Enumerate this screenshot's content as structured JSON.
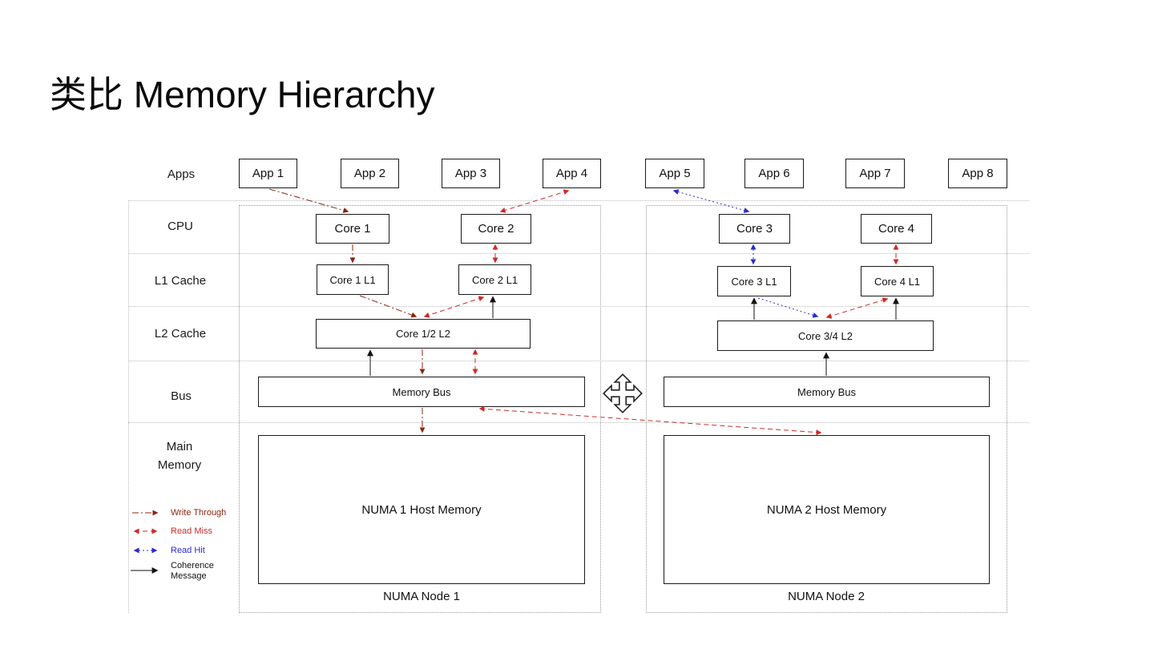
{
  "title": "类比 Memory Hierarchy",
  "rows": {
    "apps": "Apps",
    "cpu": "CPU",
    "l1": "L1 Cache",
    "l2": "L2 Cache",
    "bus": "Bus",
    "main_memory": "Main\nMemory"
  },
  "apps": [
    "App 1",
    "App 2",
    "App 3",
    "App 4",
    "App 5",
    "App 6",
    "App 7",
    "App 8"
  ],
  "numa_node_1": {
    "cores": [
      "Core 1",
      "Core 2"
    ],
    "l1_caches": [
      "Core 1 L1",
      "Core 2 L1"
    ],
    "l2_cache": "Core 1/2 L2",
    "bus": "Memory Bus",
    "memory": "NUMA 1 Host Memory",
    "node_label": "NUMA Node 1"
  },
  "numa_node_2": {
    "cores": [
      "Core 3",
      "Core 4"
    ],
    "l1_caches": [
      "Core 3 L1",
      "Core 4 L1"
    ],
    "l2_cache": "Core 3/4 L2",
    "bus": "Memory Bus",
    "memory": "NUMA 2 Host Memory",
    "node_label": "NUMA Node 2"
  },
  "legend": {
    "items": [
      {
        "key": "wt",
        "label": "Write Through",
        "color": "#8b2510",
        "line_style": "dash-dot-arrow-right"
      },
      {
        "key": "rm",
        "label": "Read Miss",
        "color": "#cc2b2b",
        "line_style": "dashed-double-arrow"
      },
      {
        "key": "rh",
        "label": "Read Hit",
        "color": "#2b2bcc",
        "line_style": "dotted-double-arrow"
      },
      {
        "key": "cm",
        "label": "Coherence Message",
        "color": "#111111",
        "line_style": "solid-arrow-right"
      }
    ]
  },
  "icons": {
    "move_icon": "four-direction-move"
  }
}
